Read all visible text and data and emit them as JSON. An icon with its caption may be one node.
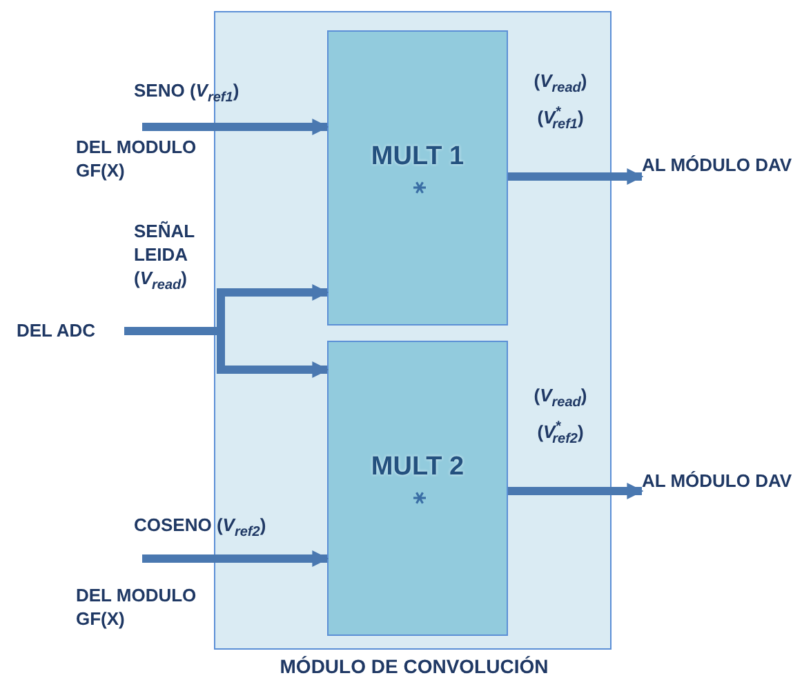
{
  "diagram": {
    "nodes": [
      {
        "text": [
          "MÓDULO DE CONVOLUCIÓN"
        ]
      },
      {
        "text": [
          "MULT 1"
        ],
        "in": 0
      },
      {
        "text": [
          "MULT 2"
        ],
        "in": 0
      },
      {
        "text": [
          "DEL MODULO GF(X)"
        ]
      },
      {
        "text": [
          "DEL ADC"
        ]
      },
      {
        "text": [
          "DEL MODULO GF(X)"
        ]
      },
      {
        "text": [
          "AL MÓDULO DAV"
        ]
      },
      {
        "text": [
          "AL MÓDULO DAV"
        ]
      }
    ],
    "edges": [
      {
        "from": 3,
        "to": 1,
        "arrow": "to",
        "label": "SENO (*V*$_{ref1}$)"
      },
      {
        "from": 4,
        "to": 1,
        "arrow": "to",
        "label": "SEÑAL LEIDA (*V*$_{read}$)"
      },
      {
        "from": 4,
        "to": 2,
        "arrow": "to"
      },
      {
        "from": 5,
        "to": 2,
        "arrow": "to",
        "label": "COSENO (*V*$_{ref2}$)"
      },
      {
        "from": 1,
        "to": 6,
        "arrow": "to",
        "label": "(*V*$_{read}$) (*V*$^{*}$$_{ref1}$)"
      },
      {
        "from": 2,
        "to": 7,
        "arrow": "to",
        "label": "(*V*$_{read}$) (*V*$^{*}$$_{ref2}$)"
      }
    ]
  }
}
